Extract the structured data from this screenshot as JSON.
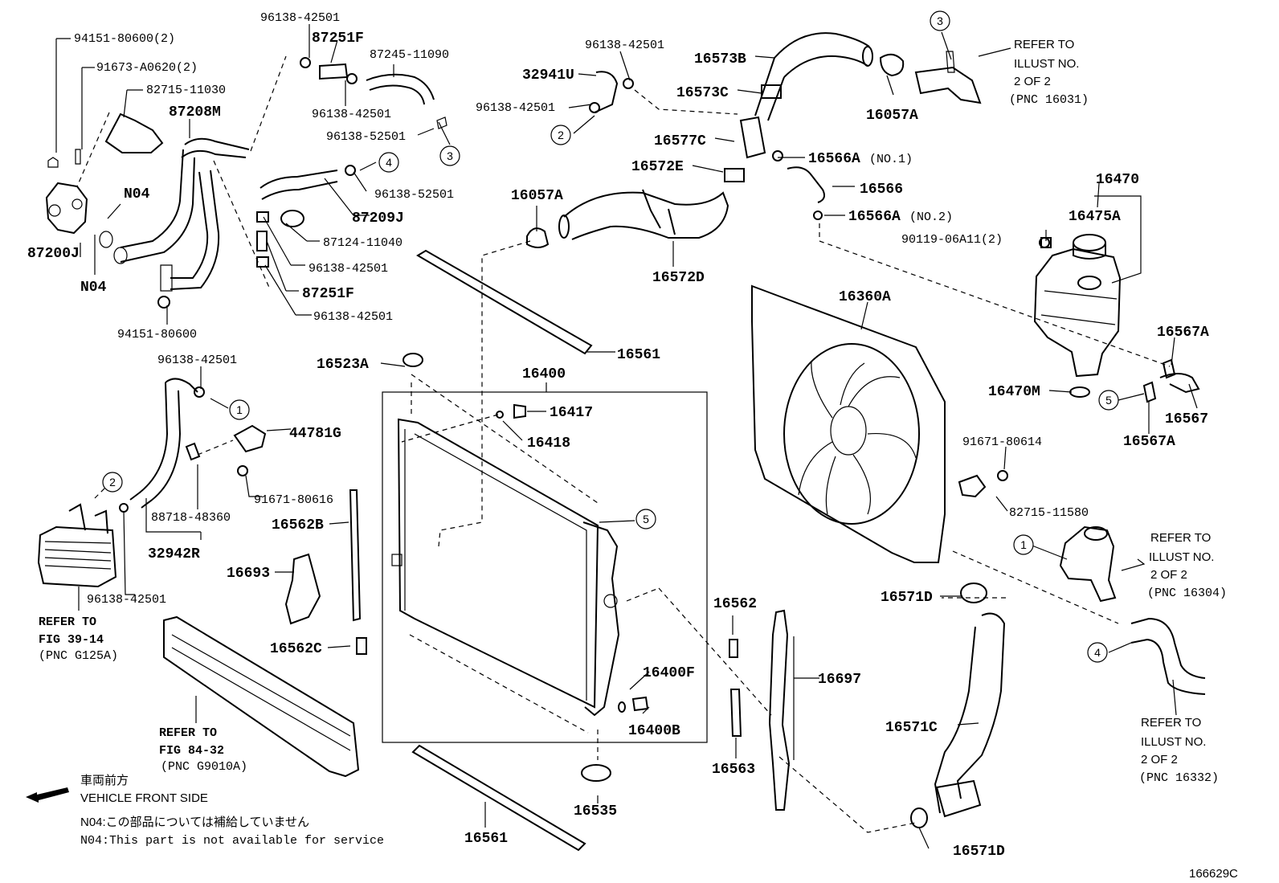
{
  "parts": {
    "p94151_80600_2": "94151-80600(2)",
    "p91673_A0620_2": "91673-A0620(2)",
    "p82715_11030": "82715-11030",
    "p87208M": "87208M",
    "p96138_42501_a": "96138-42501",
    "p87251F_a": "87251F",
    "p87245_11090": "87245-11090",
    "p96138_42501_b": "96138-42501",
    "p96138_52501_a": "96138-52501",
    "pN04_a": "N04",
    "pN04_b": "N04",
    "p87200J": "87200J",
    "p94151_80600": "94151-80600",
    "p96138_52501_b": "96138-52501",
    "p87209J": "87209J",
    "p87124_11040": "87124-11040",
    "p96138_42501_c": "96138-42501",
    "p87251F_b": "87251F",
    "p96138_42501_d": "96138-42501",
    "p96138_42501_e": "96138-42501",
    "p32941U": "32941U",
    "p96138_42501_f": "96138-42501",
    "p16573B": "16573B",
    "p16573C": "16573C",
    "p16057A_a": "16057A",
    "p16577C": "16577C",
    "p16566A_1": "16566A",
    "p16566A_1_note": "(NO.1)",
    "p16572E": "16572E",
    "p16566": "16566",
    "p16566A_2": "16566A",
    "p16566A_2_note": "(NO.2)",
    "p16057A_b": "16057A",
    "p16572D": "16572D",
    "p16470": "16470",
    "p16475A": "16475A",
    "p90119_06A11_2": "90119-06A11(2)",
    "p16360A": "16360A",
    "p16567A_a": "16567A",
    "p16470M": "16470M",
    "p16567": "16567",
    "p16567A_b": "16567A",
    "p16561_a": "16561",
    "p16523A": "16523A",
    "p16400": "16400",
    "p16417": "16417",
    "p16418": "16418",
    "p96138_42501_g": "96138-42501",
    "p44781G": "44781G",
    "p91671_80616": "91671-80616",
    "p88718_48360": "88718-48360",
    "p32942R": "32942R",
    "p96138_42501_h": "96138-42501",
    "p16562B": "16562B",
    "p16693": "16693",
    "p16562C": "16562C",
    "p16400F": "16400F",
    "p16400B": "16400B",
    "p16535": "16535",
    "p16561_b": "16561",
    "p16562": "16562",
    "p16697": "16697",
    "p16563": "16563",
    "p91671_80614": "91671-80614",
    "p82715_11580": "82715-11580",
    "p16571D_a": "16571D",
    "p16571C": "16571C",
    "p16571D_b": "16571D"
  },
  "refs": {
    "r1": [
      "REFER TO",
      "ILLUST NO.",
      "2 OF 2",
      "(PNC 16031)"
    ],
    "r2": [
      "REFER TO",
      "ILLUST NO.",
      "2 OF 2",
      "(PNC 16304)"
    ],
    "r3": [
      "REFER TO",
      "ILLUST NO.",
      "2 OF 2",
      "(PNC 16332)"
    ],
    "r4": [
      "REFER TO",
      "FIG 39-14",
      "(PNC G125A)"
    ],
    "r5": [
      "REFER TO",
      "FIG 84-32",
      "(PNC G9010A)"
    ]
  },
  "circles": [
    "1",
    "2",
    "3",
    "4",
    "5"
  ],
  "legend": {
    "front_jp": "車両前方",
    "front_en": "VEHICLE FRONT SIDE",
    "n04_jp": "N04:この部品については補給していません",
    "n04_en": "N04:This part is not available for service"
  },
  "figure_id": "166629C"
}
